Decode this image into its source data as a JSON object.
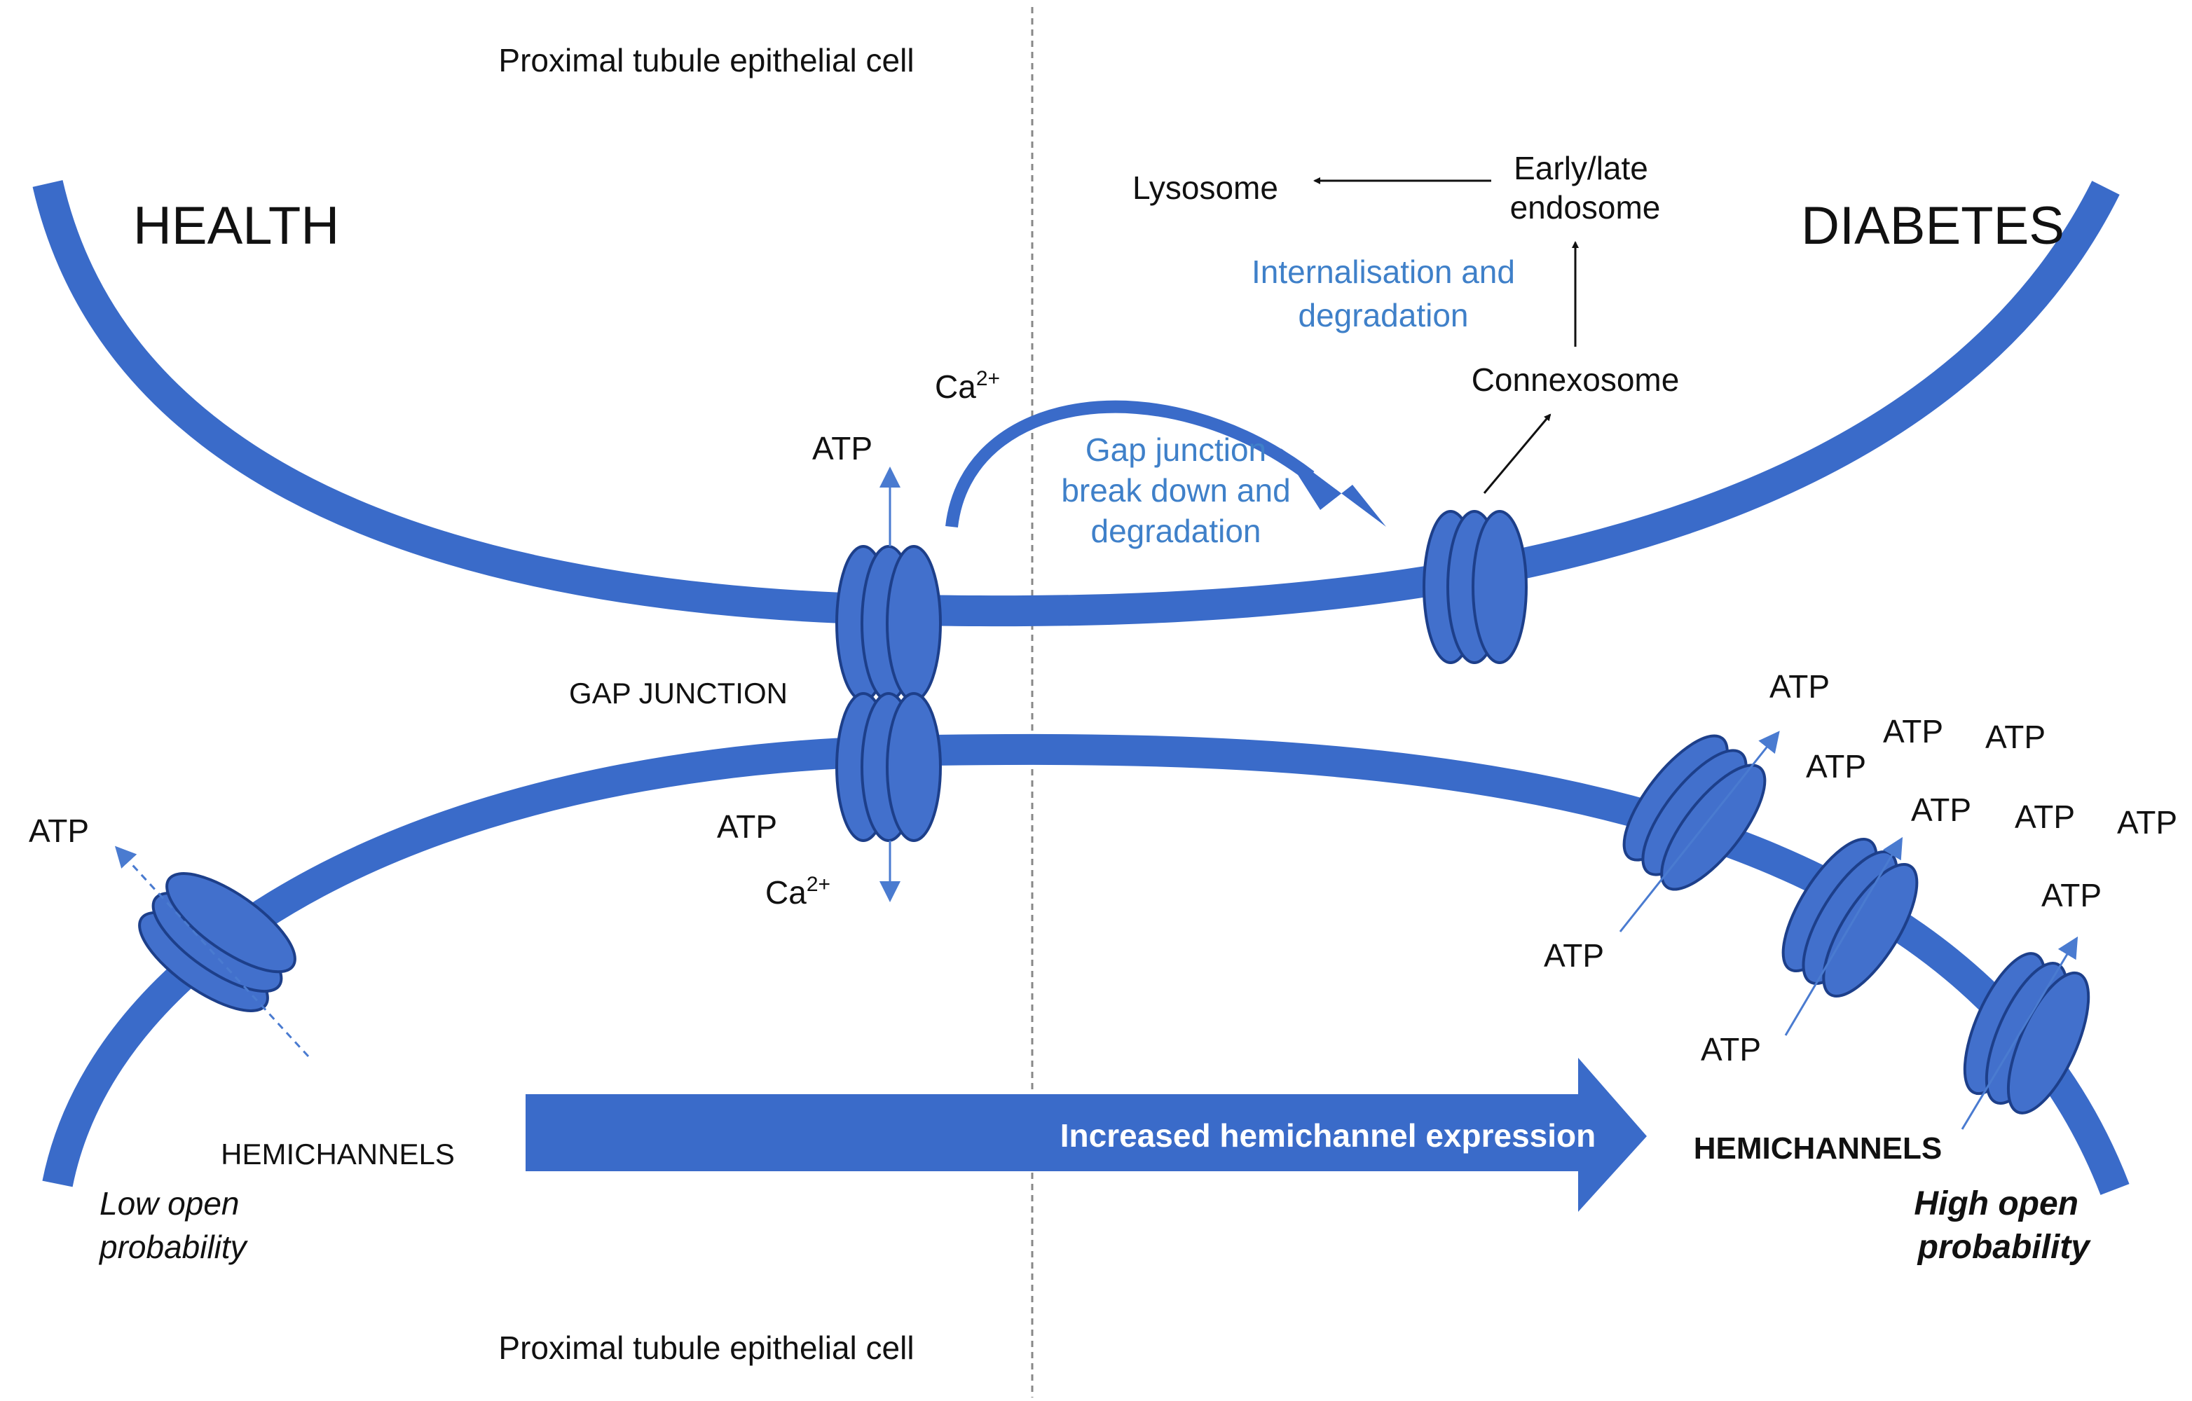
{
  "labels": {
    "cell_top": "Proximal tubule epithelial cell",
    "cell_bottom": "Proximal tubule epithelial cell",
    "health": "HEALTH",
    "diabetes": "DIABETES",
    "lysosome": "Lysosome",
    "endosome_line1": "Early/late",
    "endosome_line2": "endosome",
    "internalisation_line1": "Internalisation and",
    "internalisation_line2": "degradation",
    "connexosome": "Connexosome",
    "ca_base": "Ca",
    "ca_sup": "2+",
    "atp": "ATP",
    "breakdown_line1": "Gap junction",
    "breakdown_line2": "break down and",
    "breakdown_line3": "degradation",
    "gap_junction": "GAP JUNCTION",
    "hemichannels_left": "HEMICHANNELS",
    "low_open_line1": "Low open",
    "low_open_line2": "probability",
    "banner": "Increased hemichannel expression",
    "hemichannels_right": "HEMICHANNELS",
    "high_open_line1": "High open",
    "high_open_line2": "probability"
  },
  "colors": {
    "membrane": "#3A6BC9",
    "channel_fill": "#4270CC",
    "channel_stroke": "#1D3F8A",
    "label_blue": "#3F80C9",
    "divider": "#888888"
  }
}
